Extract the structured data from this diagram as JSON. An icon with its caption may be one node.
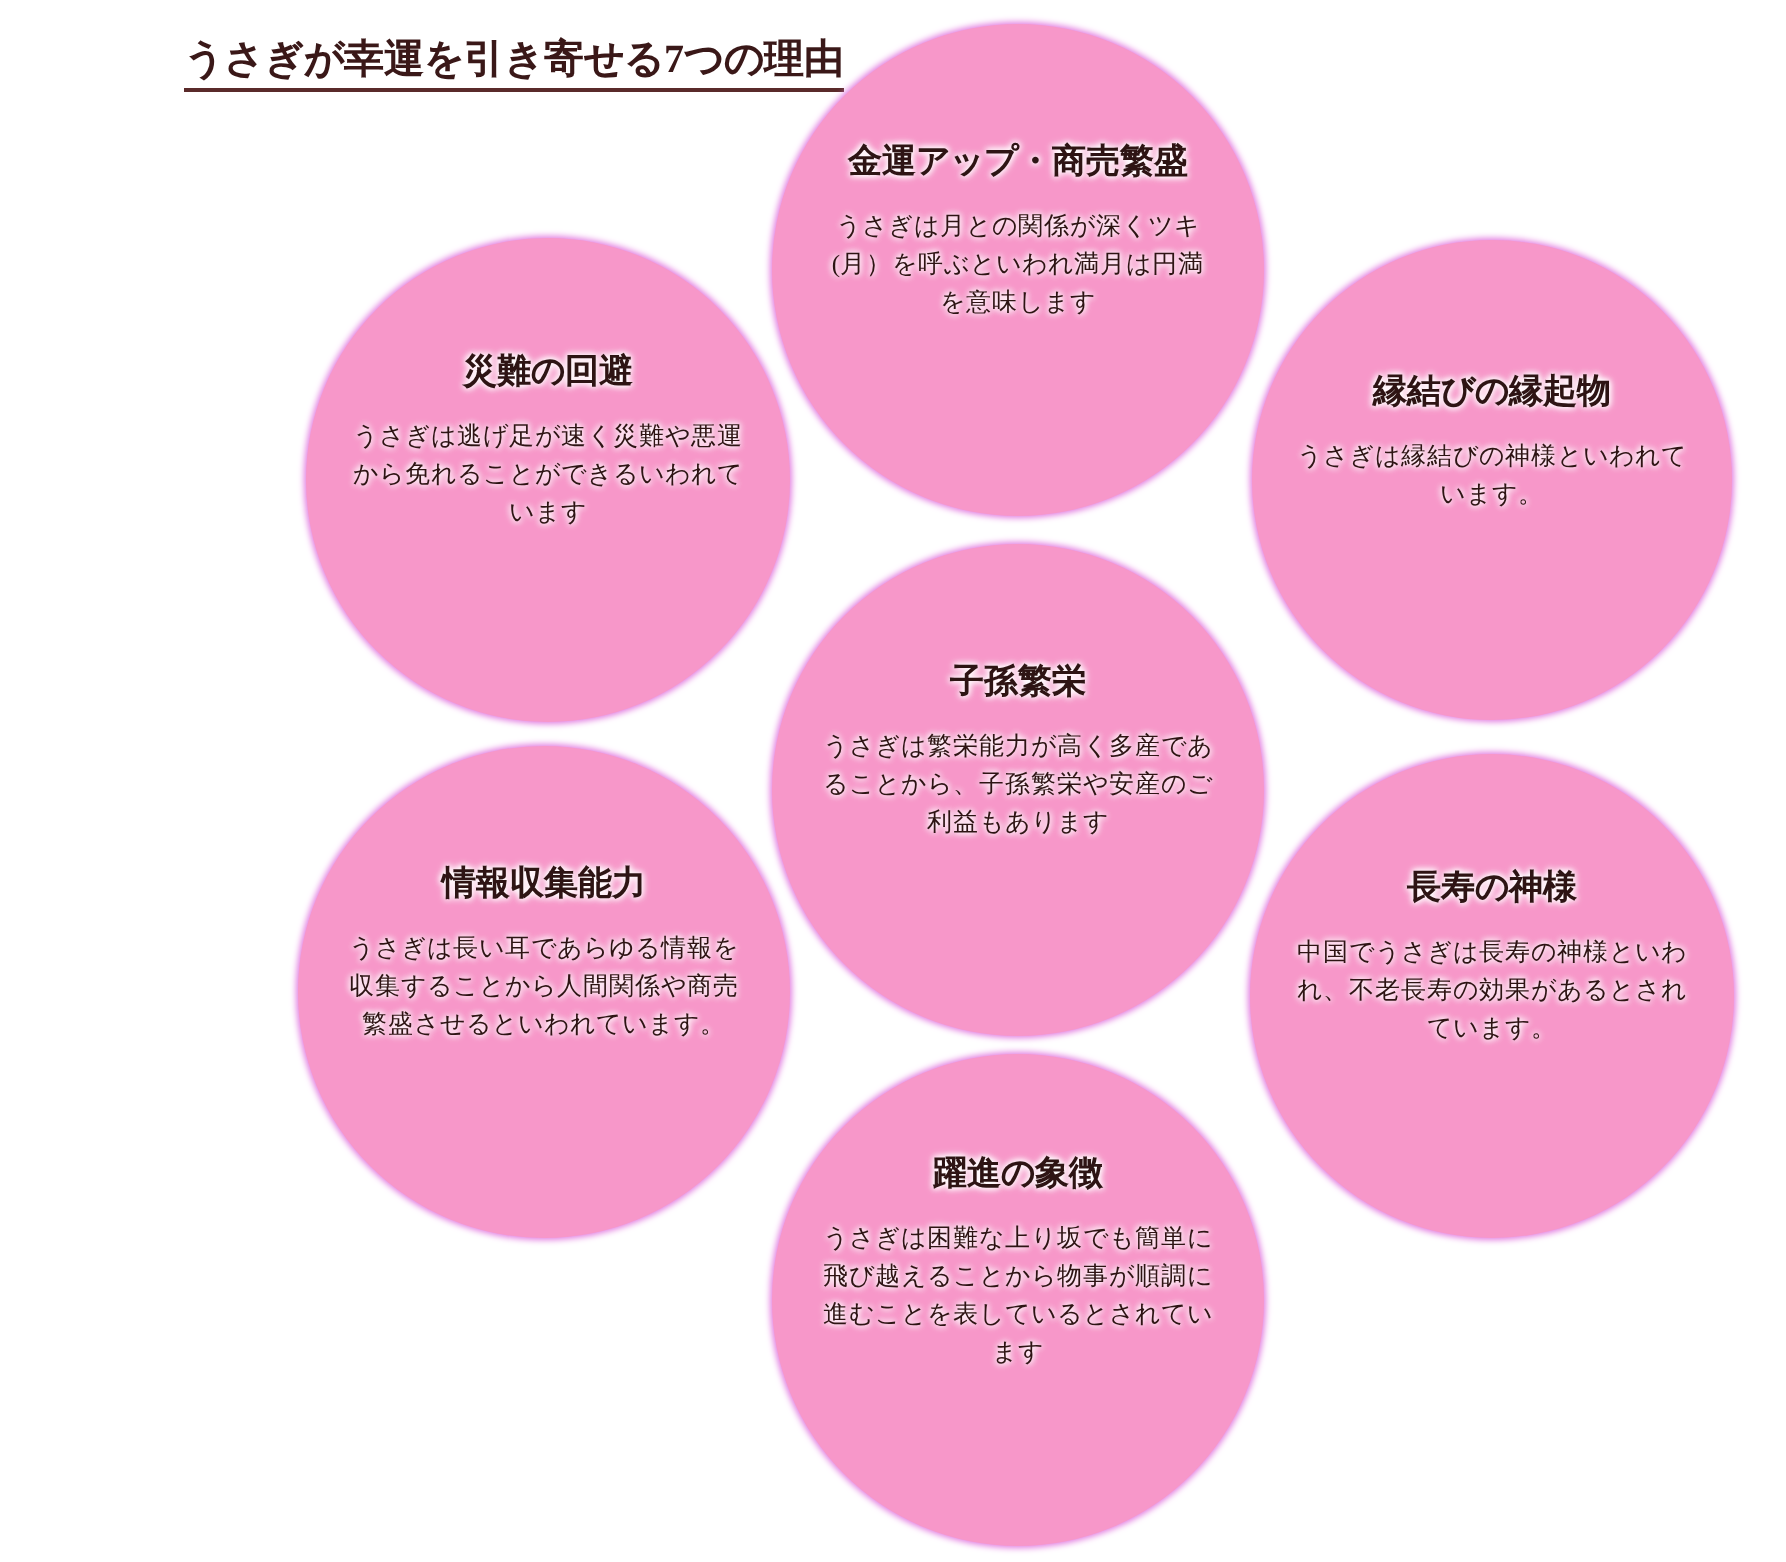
{
  "diagram": {
    "title": "うさぎが幸運を引き寄せる7つの理由",
    "nodes": [
      {
        "text": [
          "金運アップ・商売繁盛",
          "うさぎは月との関係が深くツキ(月）を呼ぶといわれ満月は円満を意味します"
        ]
      },
      {
        "text": [
          "災難の回避",
          "うさぎは逃げ足が速く災難や悪運から免れることができるいわれています"
        ]
      },
      {
        "text": [
          "縁結びの縁起物",
          "うさぎは縁結びの神様といわれています。"
        ]
      },
      {
        "text": [
          "子孫繁栄",
          "うさぎは繁栄能力が高く多産であることから、子孫繁栄や安産のご利益もあります"
        ]
      },
      {
        "text": [
          "情報収集能力",
          "うさぎは長い耳であらゆる情報を収集することから人間関係や商売繁盛させるといわれています。"
        ]
      },
      {
        "text": [
          "長寿の神様",
          "中国でうさぎは長寿の神様といわれ、不老長寿の効果があるとされています。"
        ]
      },
      {
        "text": [
          "躍進の象徴",
          "うさぎは困難な上り坂でも簡単に飛び越えることから物事が順調に進むことを表しているとされています"
        ]
      }
    ]
  }
}
